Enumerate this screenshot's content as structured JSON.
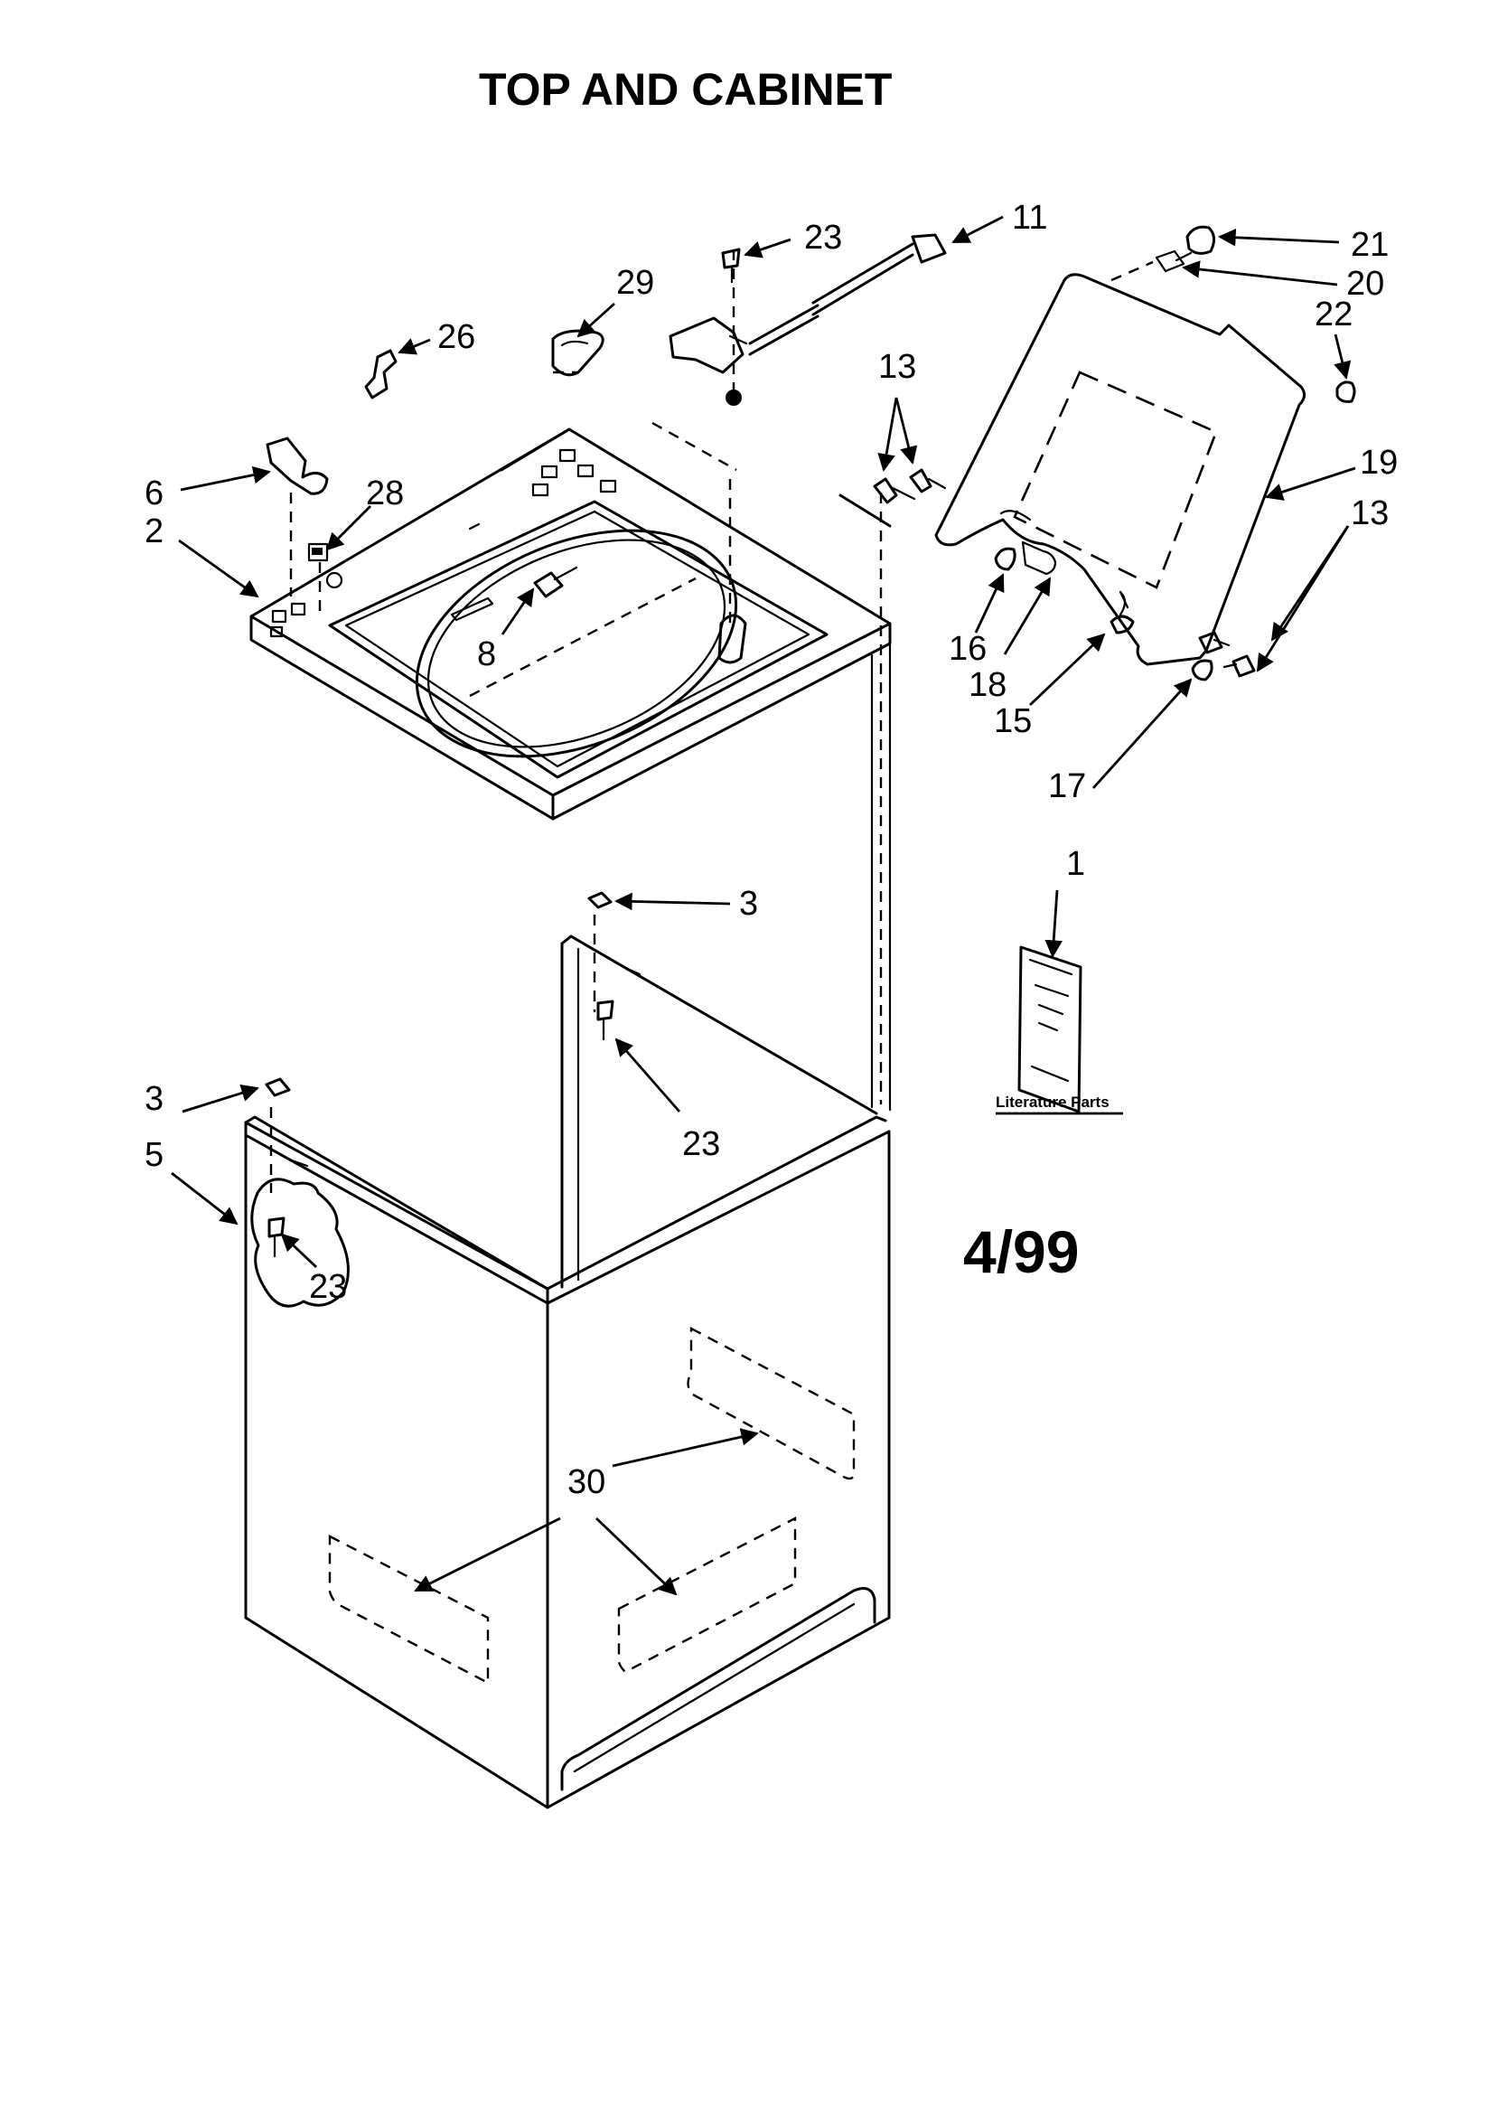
{
  "title": "TOP AND CABINET",
  "date_code": "4/99",
  "literature_label": "Literature Parts",
  "callouts": {
    "c1": "1",
    "c2": "2",
    "c3a": "3",
    "c3b": "3",
    "c5": "5",
    "c6": "6",
    "c8": "8",
    "c11": "11",
    "c13a": "13",
    "c13b": "13",
    "c15": "15",
    "c16": "16",
    "c17": "17",
    "c18": "18",
    "c19": "19",
    "c20": "20",
    "c21": "21",
    "c22": "22",
    "c23a": "23",
    "c23b": "23",
    "c23c": "23",
    "c26": "26",
    "c28": "28",
    "c29": "29",
    "c30": "30"
  }
}
